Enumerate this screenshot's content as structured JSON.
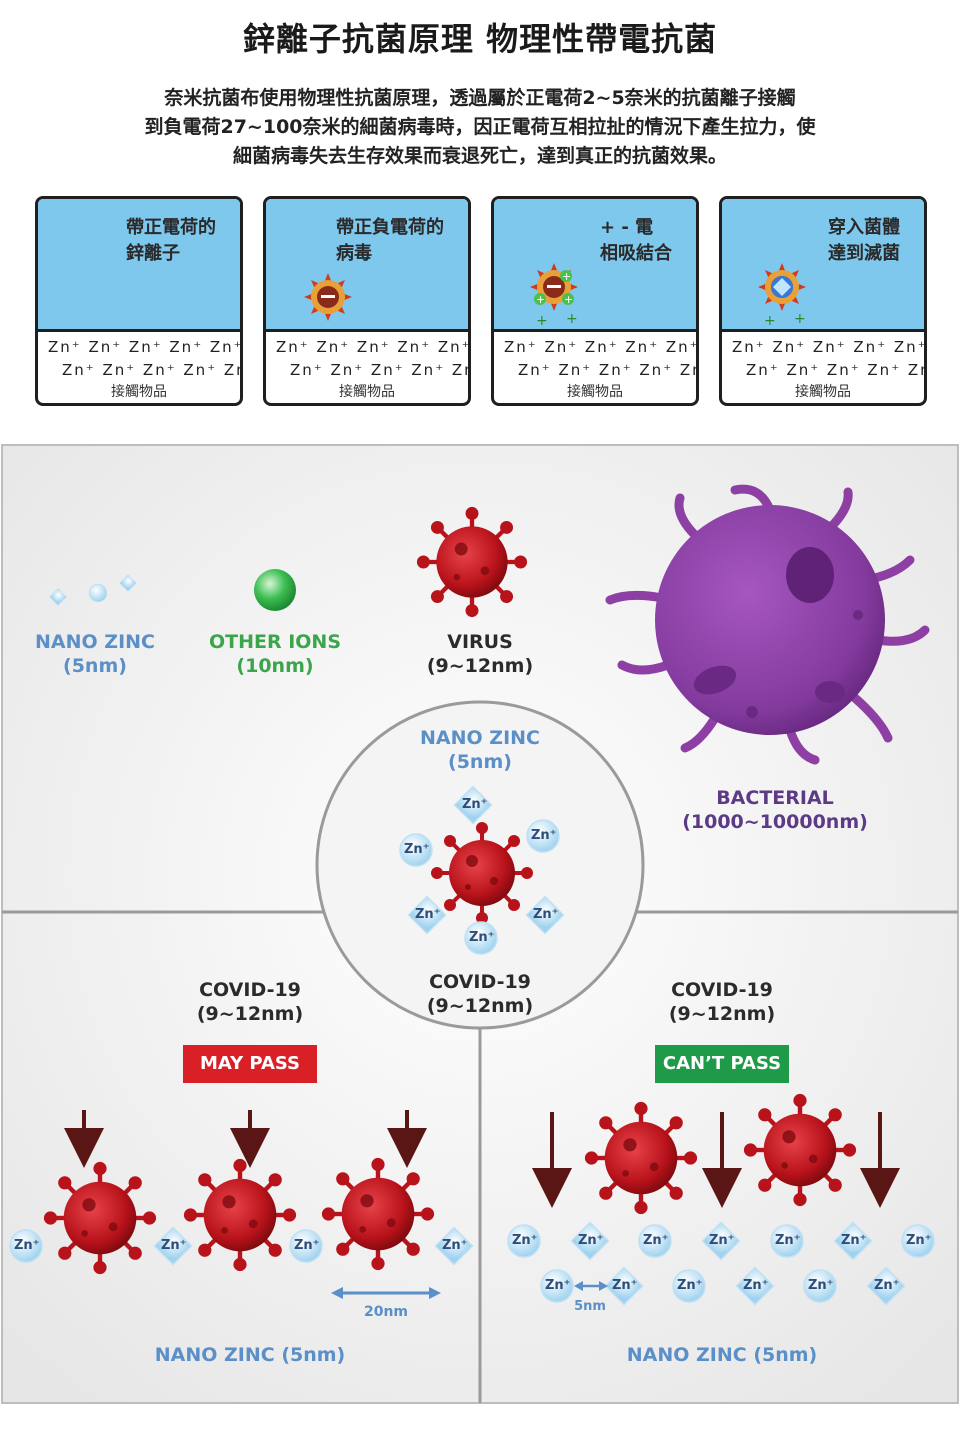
{
  "title": "鋅離子抗菌原理 物理性帶電抗菌",
  "intro": {
    "line1": "奈米抗菌布使用物理性抗菌原理，透過屬於正電荷2~5奈米的抗菌離子接觸",
    "line2": "到負電荷27~100奈米的細菌病毒時，因正電荷互相拉扯的情況下產生拉力，使",
    "line3": "細菌病毒失去生存效果而衰退死亡，達到真正的抗菌效果。"
  },
  "panels": [
    {
      "line1": "帶正電荷的",
      "line2": "鋅離子",
      "object": "接觸物品"
    },
    {
      "line1": "帶正負電荷的",
      "line2": "病毒",
      "object": "接觸物品"
    },
    {
      "line1": "+ - 電",
      "line2": "相吸結合",
      "object": "接觸物品"
    },
    {
      "line1": "穿入菌體",
      "line2": "達到滅菌",
      "object": "接觸物品"
    }
  ],
  "zn_row1": "Zn⁺ Zn⁺ Zn⁺ Zn⁺ Zn⁺",
  "zn_row2": "Zn⁺ Zn⁺ Zn⁺ Zn⁺ Zn⁺",
  "zn_ion": "Zn⁺",
  "legend": {
    "nano_zinc": {
      "name": "NANO ZINC",
      "size": "(5nm)"
    },
    "other_ions": {
      "name": "OTHER IONS",
      "size": "(10nm)"
    },
    "virus": {
      "name": "VIRUS",
      "size": "(9~12nm)"
    },
    "bacterial": {
      "name": "BACTERIAL",
      "size": "(1000~10000nm)"
    }
  },
  "center": {
    "name": "NANO ZINC",
    "size": "(5nm)",
    "covid": "COVID-19",
    "covid_size": "(9~12nm)"
  },
  "left": {
    "covid": "COVID-19",
    "size": "(9~12nm)",
    "badge": "MAY PASS",
    "gap": "20nm",
    "footer": "NANO ZINC (5nm)"
  },
  "right": {
    "covid": "COVID-19",
    "size": "(9~12nm)",
    "badge": "CAN’T PASS",
    "gap": "5nm",
    "footer": "NANO ZINC (5nm)"
  },
  "colors": {
    "sky": "#7ec8ee",
    "virus": "#c0161e",
    "bacteria": "#8e3fa4",
    "may_pass": "#d92027",
    "cant_pass": "#1e9a48",
    "label_blue": "#5b8fc7",
    "arrow": "#5a1515"
  }
}
